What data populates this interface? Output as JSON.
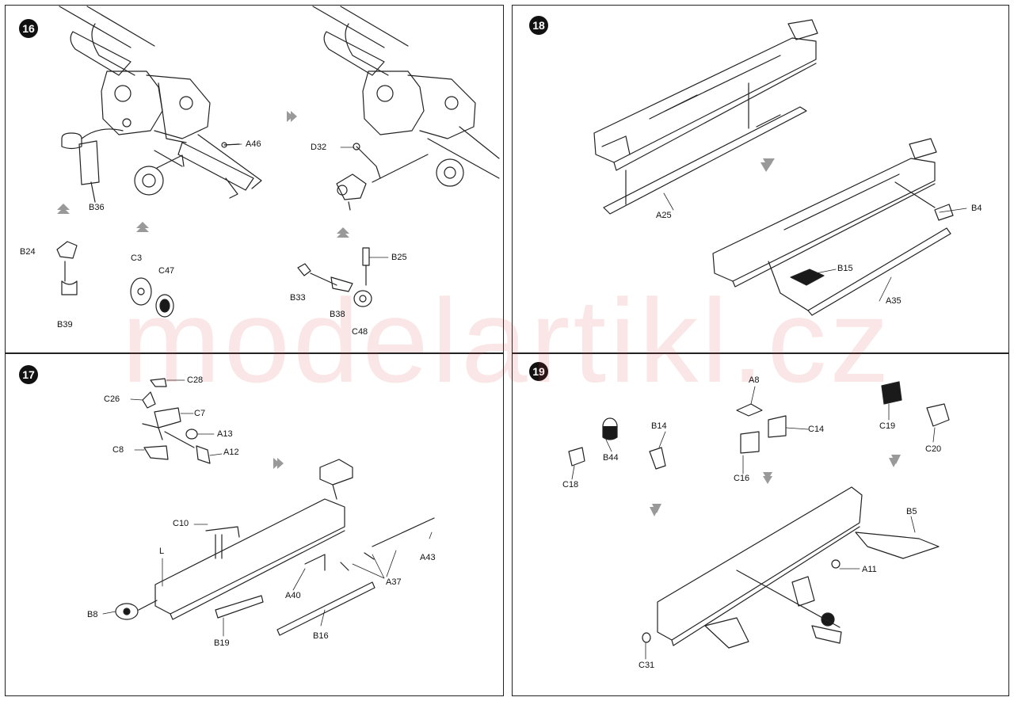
{
  "watermark": "modelartikl.cz",
  "steps": [
    {
      "number": "16",
      "labels": {
        "A46": "A46",
        "B36": "B36",
        "B24": "B24",
        "B39": "B39",
        "C3": "C3",
        "C47": "C47",
        "D32": "D32",
        "B25": "B25",
        "B33": "B33",
        "B38": "B38",
        "C48": "C48"
      }
    },
    {
      "number": "18",
      "labels": {
        "A25": "A25",
        "B4": "B4",
        "B15": "B15",
        "A35": "A35"
      }
    },
    {
      "number": "17",
      "labels": {
        "C28": "C28",
        "C26": "C26",
        "C7": "C7",
        "A13": "A13",
        "C8": "C8",
        "A12": "A12",
        "C10": "C10",
        "A43": "A43",
        "L": "L",
        "A37": "A37",
        "A40": "A40",
        "B8": "B8",
        "B19": "B19",
        "B16": "B16"
      }
    },
    {
      "number": "19",
      "labels": {
        "A8": "A8",
        "B14": "B14",
        "C14": "C14",
        "C19": "C19",
        "B44": "B44",
        "C18": "C18",
        "C16": "C16",
        "C20": "C20",
        "B5": "B5",
        "A11": "A11",
        "C31": "C31"
      }
    }
  ],
  "colors": {
    "line": "#222222",
    "watermark": "#d63c3c",
    "fill_dark": "#1a1a1a"
  }
}
